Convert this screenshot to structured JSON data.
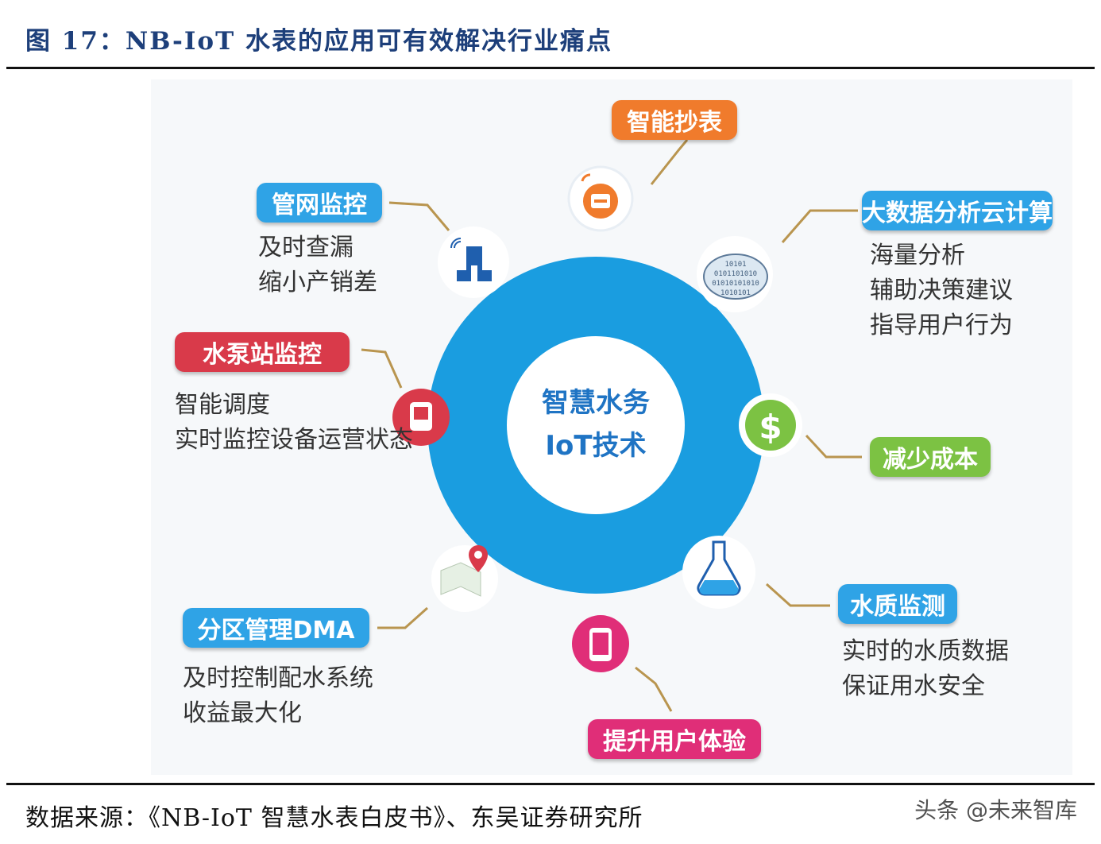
{
  "figure_title": "图 17：NB-IoT 水表的应用可有效解决行业痛点",
  "source": "数据来源：《NB-IoT 智慧水表白皮书》、东吴证券研究所",
  "watermark": "头条 @未来智库",
  "center": {
    "line1": "智慧水务",
    "line2": "IoT技术"
  },
  "colors": {
    "ring": "#1a9de0",
    "orange": "#f07b2c",
    "blue": "#2fa3e6",
    "red": "#d93a4a",
    "green": "#7cc243",
    "pink": "#e02e78"
  },
  "nodes": {
    "smart_meter": {
      "label": "智能抄表",
      "icon": "meter-icon"
    },
    "pipe_monitor": {
      "label": "管网监控",
      "icon": "pipe-icon",
      "desc": [
        "及时查漏",
        "缩小产销差"
      ]
    },
    "big_data": {
      "label": "大数据分析云计算",
      "icon": "cloud-data-icon",
      "desc": [
        "海量分析",
        "辅助决策建议",
        "指导用户行为"
      ]
    },
    "pump_station": {
      "label": "水泵站监控",
      "icon": "pump-icon",
      "desc": [
        "智能调度",
        "实时监控设备运营状态"
      ]
    },
    "reduce_cost": {
      "label": "减少成本",
      "icon": "dollar-icon"
    },
    "dma": {
      "label": "分区管理DMA",
      "icon": "map-pin-icon",
      "desc": [
        "及时控制配水系统",
        "收益最大化"
      ]
    },
    "water_quality": {
      "label": "水质监测",
      "icon": "flask-icon",
      "desc": [
        "实时的水质数据",
        "保证用水安全"
      ]
    },
    "user_experience": {
      "label": "提升用户体验",
      "icon": "phone-icon"
    }
  }
}
